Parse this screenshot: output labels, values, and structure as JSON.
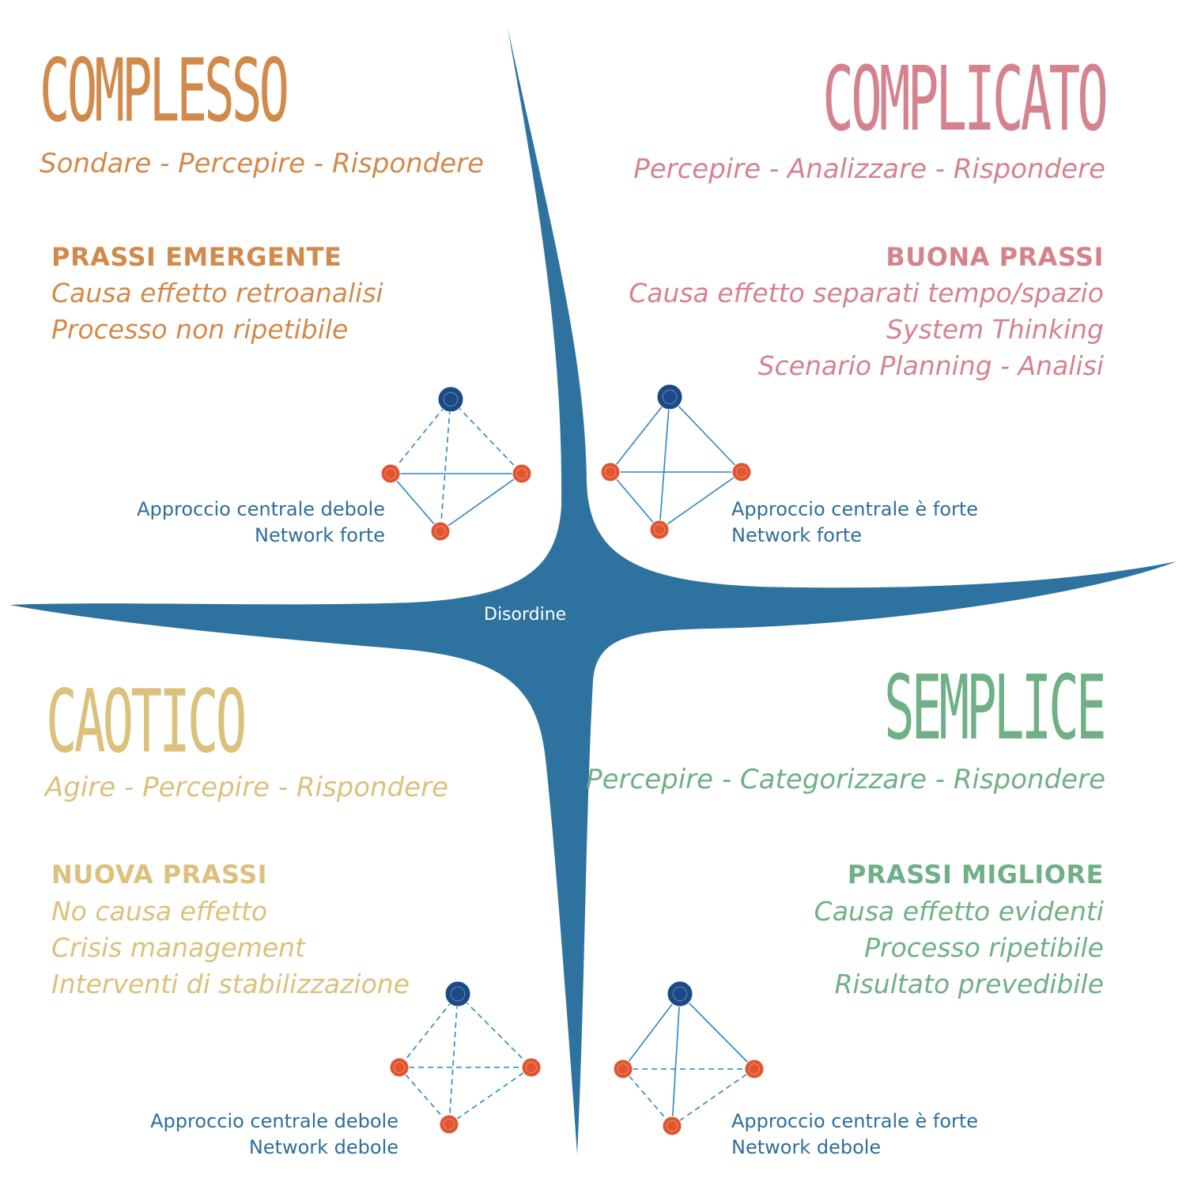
{
  "colors": {
    "complesso": "#d28a4a",
    "complicato": "#d4838e",
    "caotico": "#dcc17c",
    "semplice": "#6fb086",
    "cross": "#2e739f",
    "network_text": "#2e6e9c",
    "hub": "#1b4a86",
    "node": "#e1552f",
    "edge": "#2f86c0"
  },
  "center": {
    "label": "Disordine"
  },
  "quadrants": {
    "complesso": {
      "title": "COMPLESSO",
      "subtitle": "Sondare - Percepire - Rispondere",
      "practice": "PRASSI EMERGENTE",
      "lines": [
        "Causa effetto retroanalisi",
        "Processo non ripetibile"
      ],
      "network_lines": [
        "Approccio centrale debole",
        "Network forte"
      ]
    },
    "complicato": {
      "title": "COMPLICATO",
      "subtitle": "Percepire - Analizzare - Rispondere",
      "practice": "BUONA PRASSI",
      "lines": [
        "Causa effetto separati tempo/spazio",
        "System Thinking",
        "Scenario Planning - Analisi"
      ],
      "network_lines": [
        "Approccio centrale è forte",
        "Network forte"
      ]
    },
    "caotico": {
      "title": "CAOTICO",
      "subtitle": "Agire - Percepire - Rispondere",
      "practice": "NUOVA PRASSI",
      "lines": [
        "No causa effetto",
        "Crisis management",
        "Interventi di stabilizzazione"
      ],
      "network_lines": [
        "Approccio centrale debole",
        "Network debole"
      ]
    },
    "semplice": {
      "title": "SEMPLICE",
      "subtitle": "Percepire - Categorizzare - Rispondere",
      "practice": "PRASSI MIGLIORE",
      "lines": [
        "Causa effetto evidenti",
        "Processo ripetibile",
        "Risultato prevedibile"
      ],
      "network_lines": [
        "Approccio centrale è forte",
        "Network debole"
      ]
    }
  }
}
